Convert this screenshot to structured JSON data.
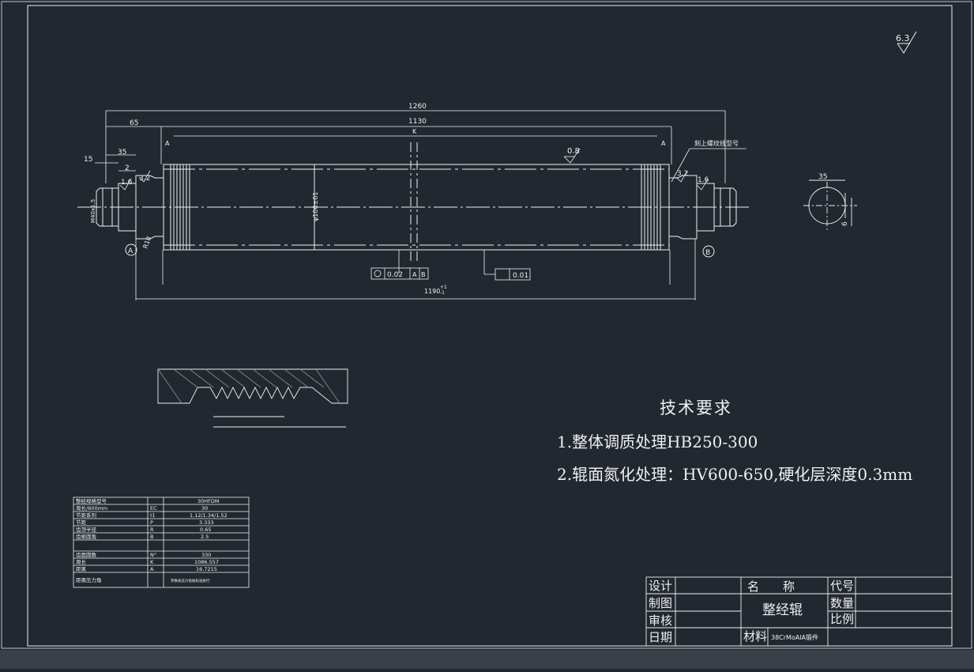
{
  "technical_requirements": {
    "title": "技术要求",
    "items": [
      "1.整体调质处理HB250-300",
      "2.辊面氮化处理：HV600-650,硬化层深度0.3mm"
    ]
  },
  "title_block": {
    "design": "设计",
    "drafting": "制图",
    "review": "审核",
    "date": "日期",
    "name_label": "名　　称",
    "part_name": "整经辊",
    "code": "代号",
    "quantity": "数量",
    "scale": "比例",
    "material_label": "材料",
    "material_value": "38CrMoAlA锻件"
  },
  "dimensions": {
    "overall_length": "1260",
    "body_length": "1130",
    "k_label": "K",
    "left_offset": "65",
    "shaft_35": "35",
    "shaft_15": "15",
    "shaft_2": "2",
    "roll_dia": "φ100±01",
    "bottom_length": "1190",
    "tol_up": "+1",
    "tol_down": "-1",
    "keyway_width": "35",
    "keyway_depth": "6",
    "surface_finish_main": "6.3",
    "surface_finish_roll": "0.8",
    "surface_finish_a": "3.2",
    "surface_finish_b": "1.6",
    "surface_finish_c": "3.2",
    "surface_finish_d": "1.6",
    "tolerance_runout": "0.02",
    "tolerance_ref_a": "A",
    "tolerance_ref_b": "B",
    "tolerance_flat": "0.01",
    "datum_a": "A",
    "datum_b": "B",
    "thread_note": "M40x1.5",
    "groove_note": "刻上螺纹线型号",
    "chamfer_note": "R10"
  },
  "params_table": {
    "rows": [
      [
        "整经规格型号",
        "",
        "30HFDM"
      ],
      [
        "周长/600mm",
        "EC",
        "30"
      ],
      [
        "节距系列",
        "t1",
        "1.12/1.34/1.52"
      ],
      [
        "节距",
        "P",
        "3.333"
      ],
      [
        "齿顶半径",
        "R",
        "0.65"
      ],
      [
        "齿根圆角",
        "B",
        "2.5"
      ],
      [
        "",
        "",
        ""
      ],
      [
        "齿面圆数",
        "N°",
        "330"
      ],
      [
        "周长",
        "K",
        "1086.557"
      ],
      [
        "距离",
        "A",
        "16.7215"
      ],
      [
        "距离压力角",
        "",
        "参数表压力角按标准执行"
      ]
    ]
  },
  "colors": {
    "background": "#212830",
    "line": "#f0f0f0",
    "center_line": "#f0f0f0"
  }
}
